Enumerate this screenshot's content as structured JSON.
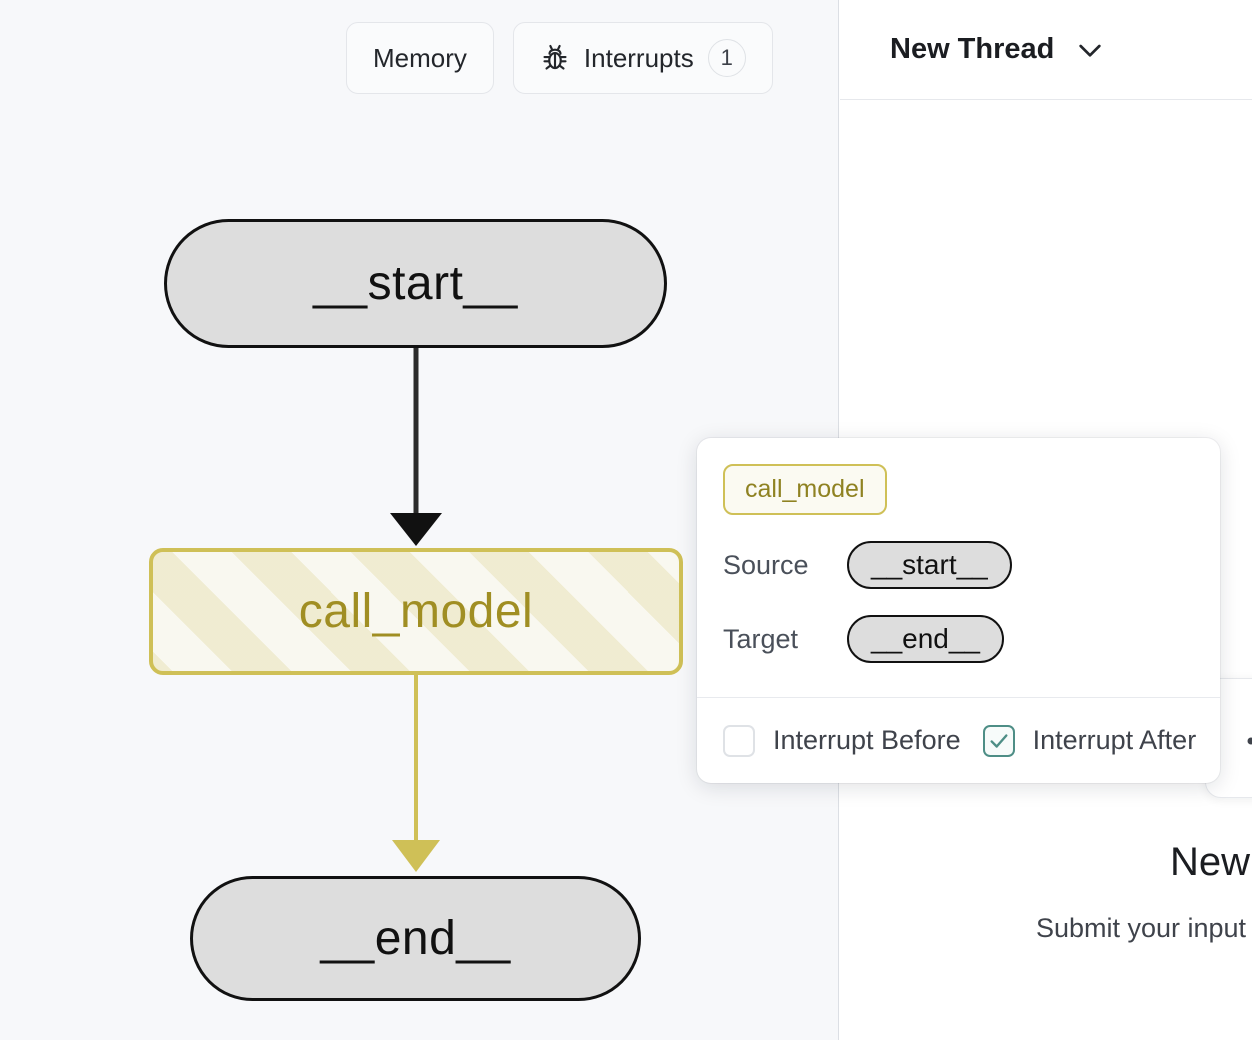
{
  "toolbar": {
    "memory_label": "Memory",
    "interrupts_label": "Interrupts",
    "interrupts_count": "1",
    "bug_icon": "bug-icon"
  },
  "graph": {
    "nodes": [
      {
        "id": "start",
        "label": "__start__",
        "shape": "pill",
        "state": "default"
      },
      {
        "id": "call_model",
        "label": "call_model",
        "shape": "rounded-rect",
        "state": "active-striped"
      },
      {
        "id": "end",
        "label": "__end__",
        "shape": "pill",
        "state": "default"
      }
    ],
    "edges": [
      {
        "source": "__start__",
        "target": "call_model",
        "color": "#2b2b2b"
      },
      {
        "source": "call_model",
        "target": "__end__",
        "color": "#cfc057"
      }
    ]
  },
  "popover": {
    "node_badge": "call_model",
    "source_label": "Source",
    "source_value": "__start__",
    "target_label": "Target",
    "target_value": "__end__",
    "interrupt_before_label": "Interrupt Before",
    "interrupt_before_checked": false,
    "interrupt_after_label": "Interrupt After",
    "interrupt_after_checked": true
  },
  "right_panel": {
    "thread_title": "New Thread",
    "chevron_icon": "chevron-down-icon",
    "empty_title": "New T",
    "empty_subtitle": "Submit your input"
  },
  "colors": {
    "canvas_bg": "#f7f8fa",
    "panel_bg": "#ffffff",
    "accent_gold": "#cfc057",
    "accent_teal": "#4e8e86",
    "node_fill": "#dddddd",
    "node_border": "#111111"
  }
}
